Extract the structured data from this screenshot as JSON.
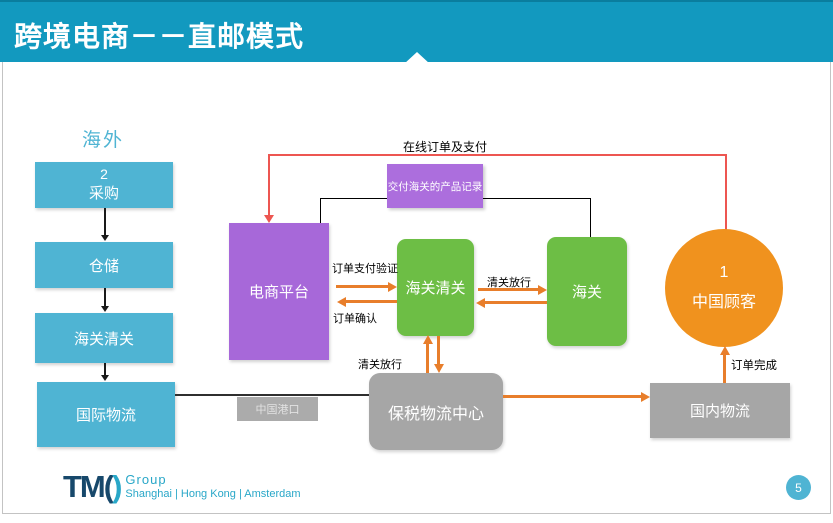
{
  "header": {
    "title": "跨境电商－－直邮模式"
  },
  "diagram": {
    "overseas_label": "海外",
    "left_flow": {
      "boxes": [
        {
          "badge": "2",
          "label": "采购"
        },
        {
          "label": "仓储"
        },
        {
          "label": "海关清关"
        },
        {
          "label": "国际物流"
        }
      ]
    },
    "nodes": {
      "ecommerce_platform": "电商平台",
      "customs_clearance": "海关清关",
      "customs": "海关",
      "customer_badge": "1",
      "customer": "中国顾客",
      "bonded_logistics_center": "保税物流中心",
      "domestic_logistics": "国内物流",
      "china_port": "中国港口"
    },
    "labels": {
      "online_order_payment": "在线订单及支付",
      "customs_product_records": "交付海关的产品记录",
      "order_payment_verification": "订单支付验证",
      "order_confirmation": "订单确认",
      "clearance_release_mid": "清关放行",
      "clearance_release_lower": "清关放行",
      "order_complete": "订单完成"
    }
  },
  "footer": {
    "logo_text": "TM",
    "logo_bracket_left": "(",
    "logo_bracket_right": ")",
    "logo_group": "Group",
    "logo_locations": "Shanghai | Hong Kong | Amsterdam",
    "page_number": "5"
  },
  "colors": {
    "header_teal": "#1299bf",
    "box_teal": "#4fb4d3",
    "purple": "#a768d9",
    "purple_light": "#ac6edd",
    "green": "#6dbe45",
    "orange_fill": "#f0921e",
    "orange_arrow": "#e87e2b",
    "red_line": "#ed5651",
    "gray_fill": "#a6a6a6"
  }
}
